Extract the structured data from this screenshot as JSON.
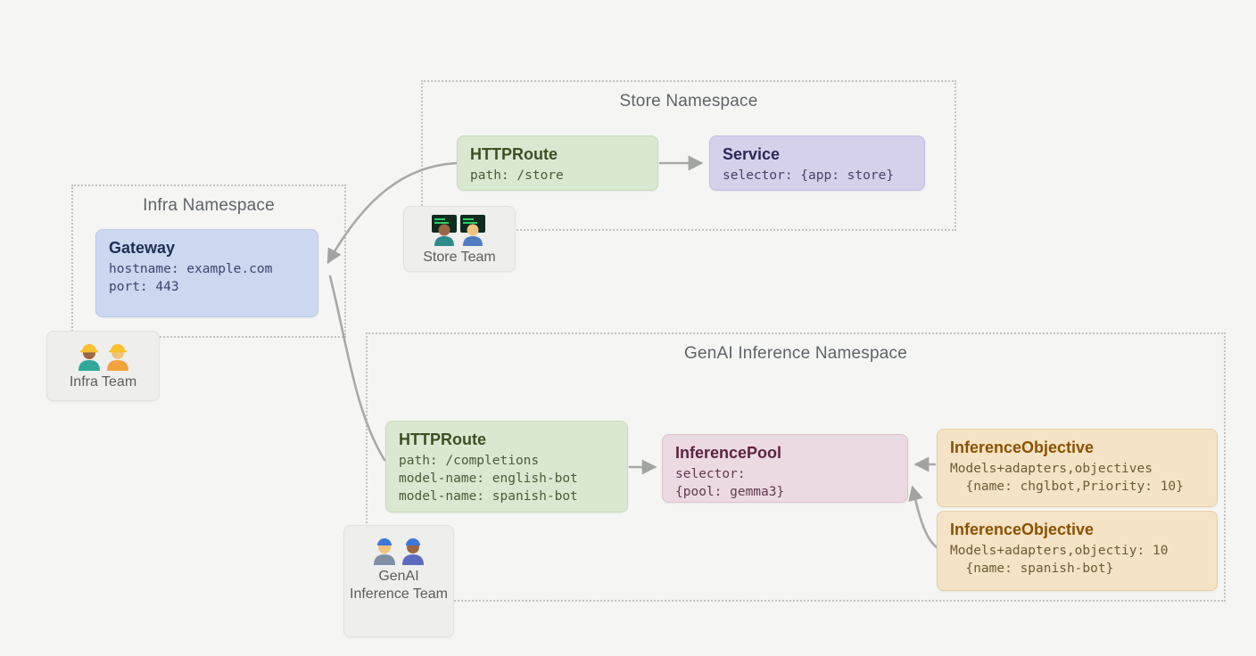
{
  "namespaces": {
    "infra": {
      "title": "Infra Namespace"
    },
    "store": {
      "title": "Store Namespace"
    },
    "genai": {
      "title": "GenAI Inference Namespace"
    }
  },
  "nodes": {
    "gateway": {
      "title": "Gateway",
      "lines": [
        "hostname: example.com",
        "port: 443"
      ]
    },
    "store_httproute": {
      "title": "HTTPRoute",
      "lines": [
        "path: /store"
      ]
    },
    "service": {
      "title": "Service",
      "lines": [
        "selector: {app: store}"
      ]
    },
    "genai_httproute": {
      "title": "HTTPRoute",
      "lines": [
        "path: /completions",
        "model-name: english-bot",
        "model-name: spanish-bot"
      ]
    },
    "inference_pool": {
      "title": "InferencePool",
      "lines": [
        "selector:",
        "{pool: gemma3}"
      ]
    },
    "inference_objective_1": {
      "title": "InferenceObjective",
      "lines": [
        "Models+adapters,objectives",
        "  {name: chglbot,Priority: 10}"
      ]
    },
    "inference_objective_2": {
      "title": "InferenceObjective",
      "lines": [
        "Models+adapters,objectiy: 10",
        "  {name: spanish-bot}"
      ]
    }
  },
  "teams": {
    "infra": {
      "label": "Infra Team",
      "icon": "construction-workers-icon"
    },
    "store": {
      "label": "Store Team",
      "icon": "technologists-icon"
    },
    "genai": {
      "label": "GenAI Inference Team",
      "icon": "mechanics-icon"
    }
  },
  "colors": {
    "background": "#f5f6f3",
    "gateway_bg": "#ccd8f0",
    "httproute_bg": "#dae8d2",
    "service_bg": "#d5d1eb",
    "inference_pool_bg": "#ecdae2",
    "inference_objective_bg": "#f5e3c6",
    "team_card_bg": "#eeeeec",
    "arrow": "#a8aaa8",
    "namespace_border": "#c2c2c0"
  }
}
